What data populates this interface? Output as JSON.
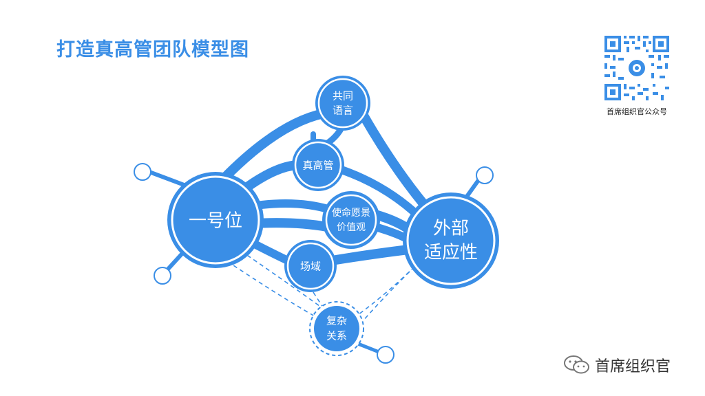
{
  "slide": {
    "title": "打造真高管团队模型图",
    "qr_caption": "首席组织官公众号",
    "watermark": "首席组织官"
  },
  "colors": {
    "primary": "#3a8ee6",
    "title": "#3a8ee6",
    "background": "#ffffff"
  },
  "diagram": {
    "nodes": {
      "yihaowei": "一号位",
      "external_line1": "外部",
      "external_line2": "适应性",
      "common_lang_line1": "共同",
      "common_lang_line2": "语言",
      "real_exec": "真高管",
      "mission_line1": "使命愿景",
      "mission_line2": "价值观",
      "field": "场域",
      "complex_line1": "复杂",
      "complex_line2": "关系"
    }
  },
  "icons": {
    "qr": "qr-code-icon",
    "watermark": "wechat-icon"
  }
}
